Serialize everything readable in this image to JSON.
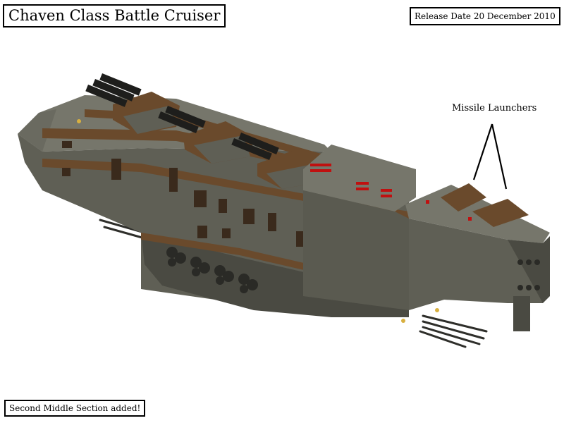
{
  "header": {
    "title": "Chaven Class Battle Cruiser",
    "release": "Release Date 20 December 2010"
  },
  "annotation": {
    "missile_label": "Missile Launchers"
  },
  "footer": {
    "note": "Second Middle Section added!"
  },
  "colors": {
    "hull": "#5f5f55",
    "hull_dark": "#3d3d36",
    "hull_light": "#76766b",
    "stripe": "#6a4a2c",
    "panel": "#3a2a1c",
    "light_red": "#c01010",
    "light_yellow": "#d8b040"
  }
}
